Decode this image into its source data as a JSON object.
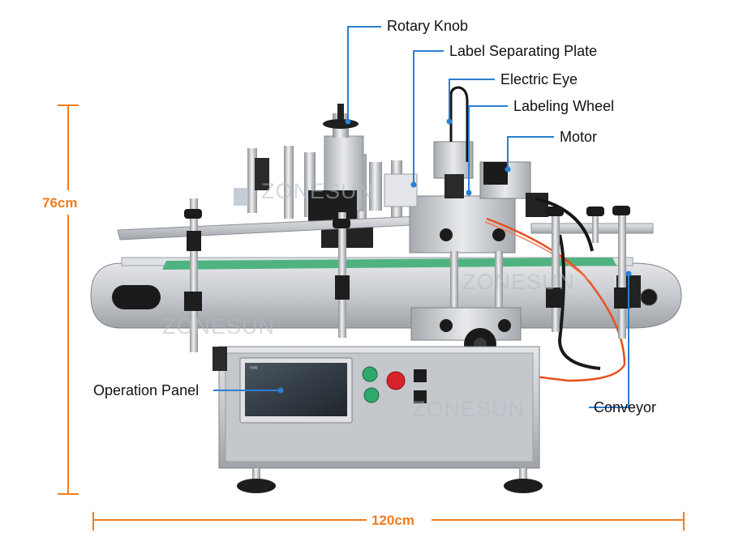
{
  "callouts": {
    "rotary_knob": "Rotary Knob",
    "label_separating_plate": "Label Separating Plate",
    "electric_eye": "Electric Eye",
    "labeling_wheel": "Labeling Wheel",
    "motor": "Motor",
    "operation_panel": "Operation Panel",
    "conveyor": "Conveyor"
  },
  "dimensions": {
    "height": "76cm",
    "width": "120cm"
  },
  "watermark": "ZONESUN",
  "colors": {
    "callout_line": "#2b7fd4",
    "dimension": "#f07d1e",
    "steel": "#c9ccd0",
    "conveyor_belt": "#4fb381",
    "air_hose": "#e8501f"
  }
}
